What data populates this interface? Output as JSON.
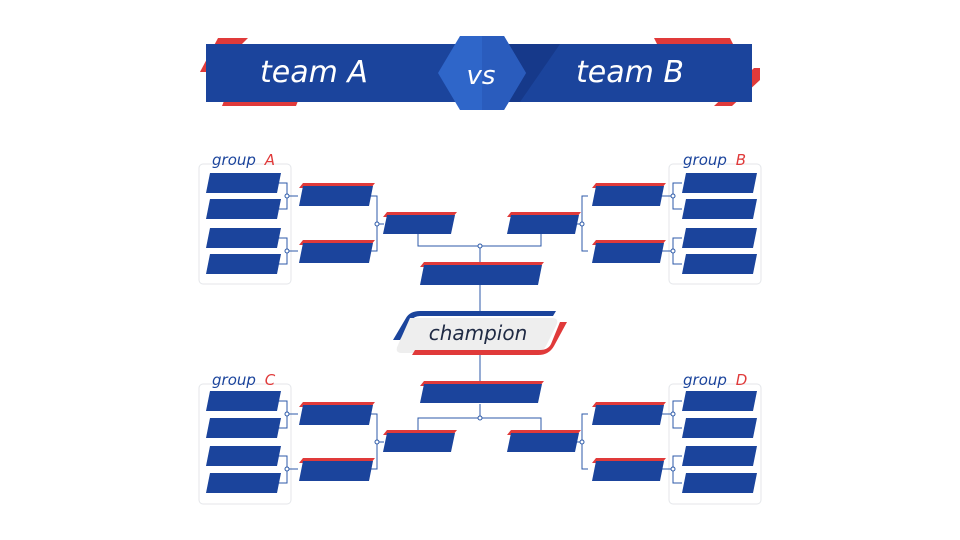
{
  "header": {
    "team_left": "team A",
    "vs": "vs",
    "team_right": "team B"
  },
  "groups": [
    {
      "word": "group",
      "letter": "A"
    },
    {
      "word": "group",
      "letter": "B"
    },
    {
      "word": "group",
      "letter": "C"
    },
    {
      "word": "group",
      "letter": "D"
    }
  ],
  "champion_label": "champion",
  "colors": {
    "primary_blue": "#1b449c",
    "dark_blue": "#16398a",
    "light_blue": "#2f66c9",
    "accent_red": "#e03a3a",
    "connector": "#2d5aa8",
    "champion_bg": "#eeeeee"
  }
}
